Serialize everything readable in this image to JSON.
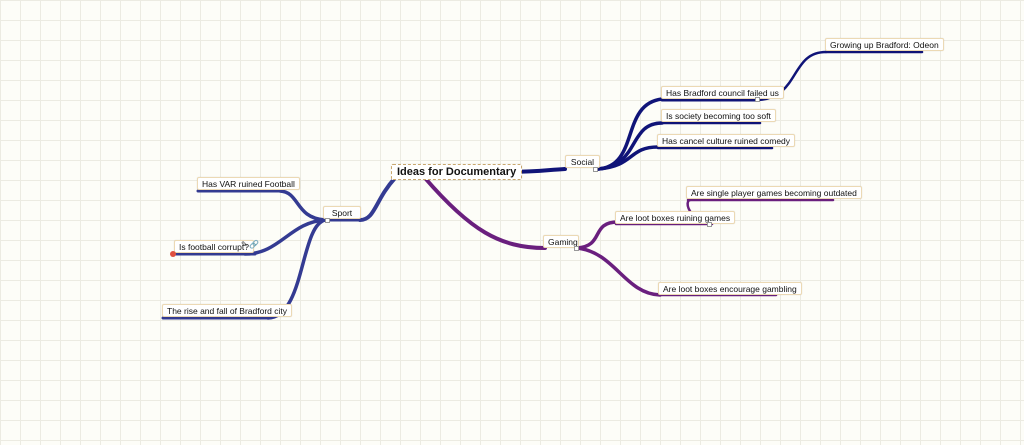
{
  "root": {
    "label": "Ideas for Documentary"
  },
  "branches": {
    "social": {
      "label": "Social",
      "color": "#101478",
      "children": [
        "Has Bradford council failed us",
        "Is society becoming too soft",
        "Has cancel culture ruined comedy"
      ],
      "grandchildren": [
        "Growing up Bradford: Odeon"
      ]
    },
    "gaming": {
      "label": "Gaming",
      "color": "#6a1f7e",
      "children": [
        "Are loot boxes ruining games",
        "Are loot boxes encourage gambling"
      ],
      "grandchildren": [
        "Are single player games becoming outdated"
      ]
    },
    "sport": {
      "label": "Sport",
      "color": "#343b92",
      "children": [
        "Has VAR ruined Football",
        "Is football corrupt?",
        "The rise and fall of Bradford city"
      ],
      "attachment_icons": [
        "note-icon",
        "link-icon"
      ]
    }
  }
}
